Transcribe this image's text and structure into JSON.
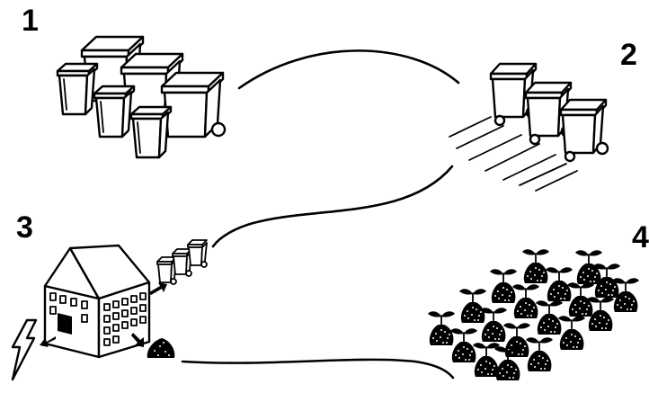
{
  "steps": [
    {
      "number": "1",
      "icon": "waste-bins-icon"
    },
    {
      "number": "2",
      "icon": "collection-bins-icon"
    },
    {
      "number": "3",
      "icon": "processing-plant-icon"
    },
    {
      "number": "4",
      "icon": "compost-plants-icon"
    }
  ],
  "colors": {
    "ink": "#000000",
    "background": "#ffffff"
  }
}
